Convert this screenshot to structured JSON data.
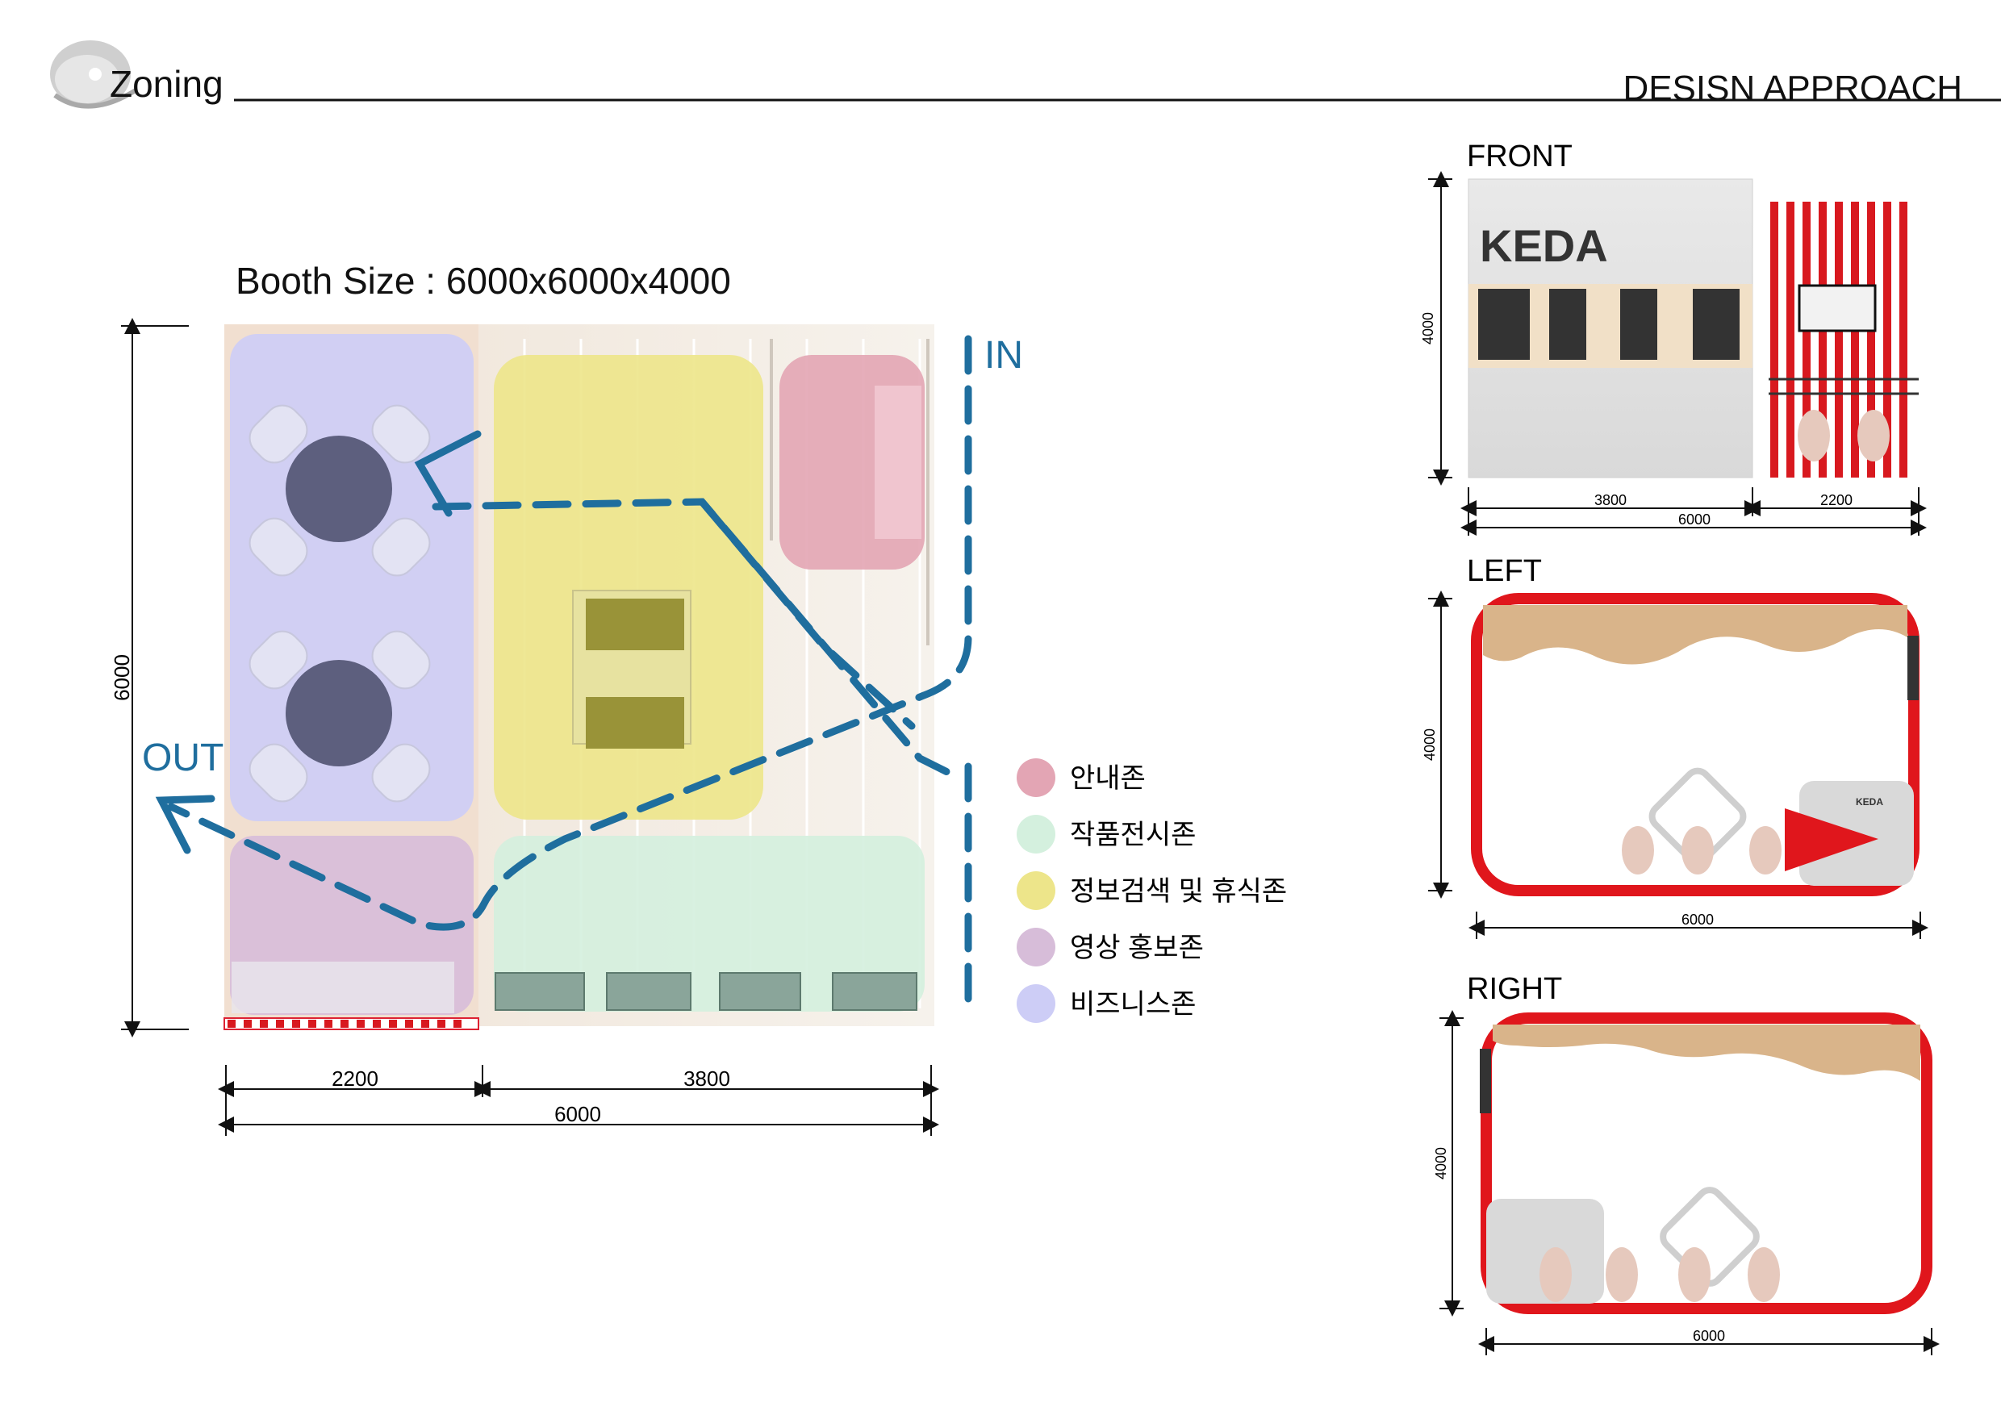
{
  "header": {
    "section_title": "Zoning",
    "right_title": "DESISN APPROACH"
  },
  "plan": {
    "booth_size": "Booth Size : 6000x6000x4000",
    "in_label": "IN",
    "out_label": "OUT",
    "dim_vertical": "6000",
    "dim_left_width": "2200",
    "dim_right_width": "3800",
    "dim_total_width": "6000"
  },
  "legend": {
    "items": [
      {
        "label": "안내존",
        "color": "#e3a5b4"
      },
      {
        "label": "작품전시존",
        "color": "#d4f0de"
      },
      {
        "label": "정보검색 및 휴식존",
        "color": "#ede58a"
      },
      {
        "label": "영상 홍보존",
        "color": "#d7bdd9"
      },
      {
        "label": "비즈니스존",
        "color": "#cdcdf6"
      }
    ]
  },
  "views": {
    "front": {
      "title": "FRONT",
      "height_dim": "4000",
      "dim_a": "3800",
      "dim_b": "2200",
      "dim_total": "6000",
      "logo": "KEDA"
    },
    "left": {
      "title": "LEFT",
      "height_dim": "4000",
      "dim_total": "6000",
      "logo": "KEDA"
    },
    "right": {
      "title": "RIGHT",
      "height_dim": "4000",
      "dim_total": "6000"
    }
  },
  "colors": {
    "flow": "#1f6e9e",
    "frame_red": "#e0161c",
    "wood": "#d9b48a"
  }
}
